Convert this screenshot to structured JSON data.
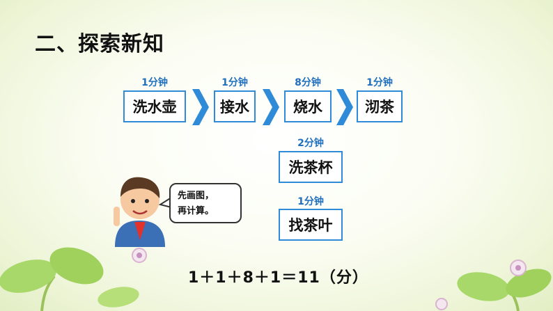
{
  "title": "二、探索新知",
  "steps": [
    {
      "label": "洗水壶",
      "time": "1分钟"
    },
    {
      "label": "接水",
      "time": "1分钟"
    },
    {
      "label": "烧水",
      "time": "8分钟"
    },
    {
      "label": "沏茶",
      "time": "1分钟"
    },
    {
      "label": "洗茶杯",
      "time": "2分钟"
    },
    {
      "label": "找茶叶",
      "time": "1分钟"
    }
  ],
  "bubble": {
    "line1": "先画图，",
    "line2": "再计算。"
  },
  "formula": "1＋1＋8＋1＝11（分）",
  "colors": {
    "box_border": "#2f8bd8",
    "arrow": "#2f8bd8",
    "time_text": "#1f6fbe"
  }
}
